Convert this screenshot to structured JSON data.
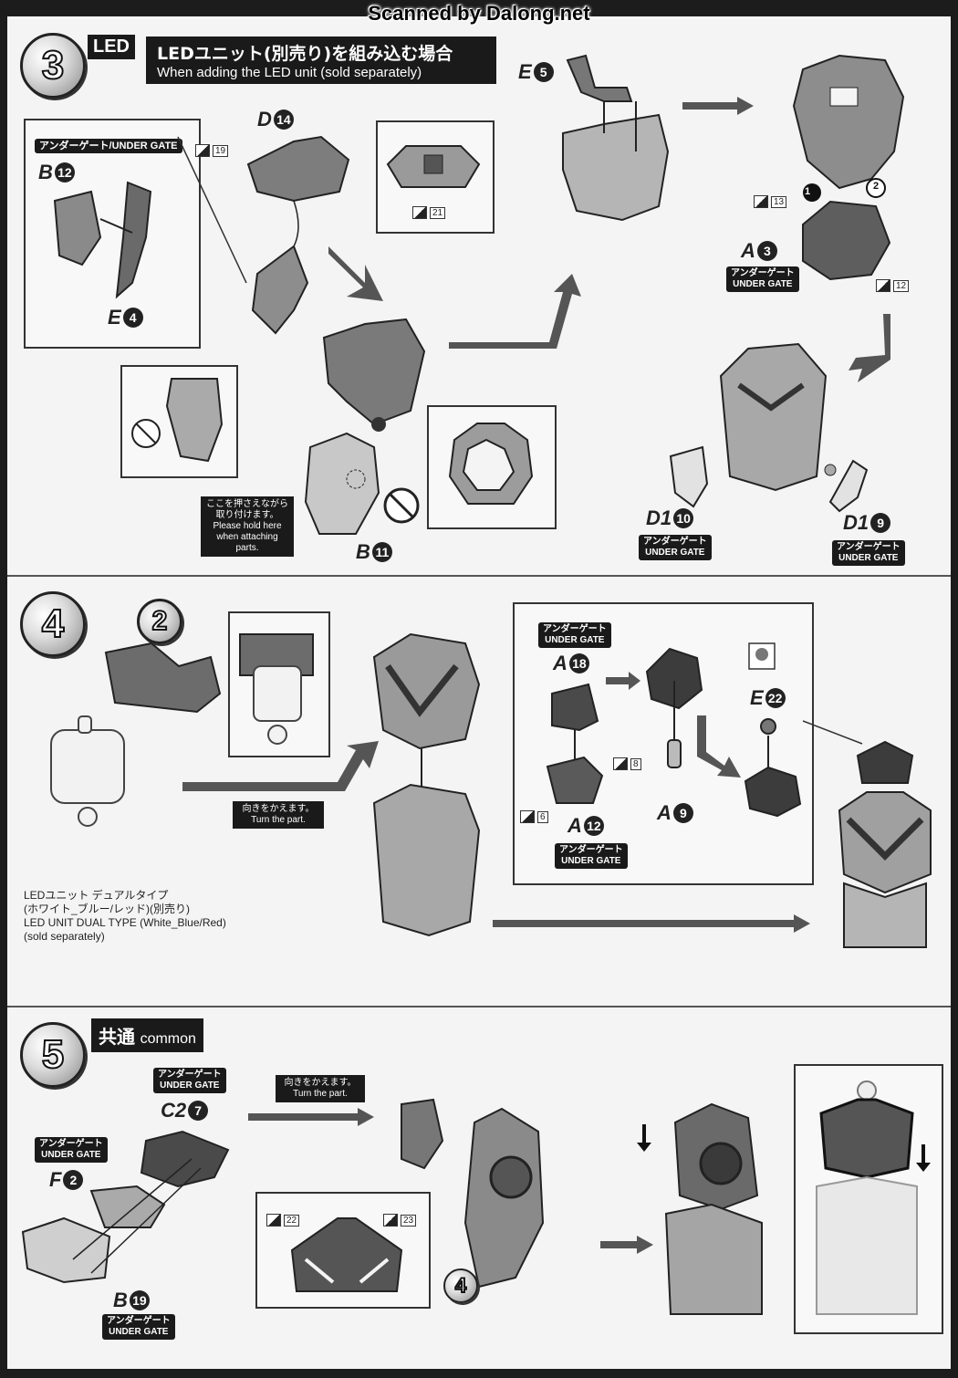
{
  "scanner_credit": "Scanned by Dalong.net",
  "step3": {
    "number": "3",
    "tag": "LED",
    "title_jp": "LEDユニット(別売り)を組み込む場合",
    "title_en": "When adding the LED unit (sold separately)",
    "under_gate_label": "アンダーゲート/UNDER GATE",
    "parts": {
      "b12": {
        "letter": "B",
        "num": "12"
      },
      "e4": {
        "letter": "E",
        "num": "4"
      },
      "d14": {
        "letter": "D",
        "num": "14"
      },
      "e5": {
        "letter": "E",
        "num": "5"
      },
      "a3": {
        "letter": "A",
        "num": "3"
      },
      "b11": {
        "letter": "B",
        "num": "11"
      },
      "d110": {
        "letter": "D1",
        "num": "10"
      },
      "d19": {
        "letter": "D1",
        "num": "9"
      }
    },
    "nippers": {
      "n19": "19",
      "n21": "21",
      "n13": "13",
      "n12": "12"
    },
    "order_marks": {
      "one": "1",
      "two": "2"
    },
    "note_jp": "ここを押さえながら取り付けます。",
    "note_en": "Please hold here when attaching parts.",
    "ug_jp": "アンダーゲート",
    "ug_en": "UNDER GATE"
  },
  "step4": {
    "number": "4",
    "sub_number": "2",
    "turn_jp": "向きをかえます。",
    "turn_en": "Turn the part.",
    "led_jp_line1": "LEDユニット デュアルタイプ",
    "led_jp_line2": "(ホワイト_ブルー/レッド)(別売り)",
    "led_en_line1": "LED UNIT DUAL TYPE (White_Blue/Red)",
    "led_en_line2": "(sold separately)",
    "parts": {
      "a18": {
        "letter": "A",
        "num": "18"
      },
      "a12": {
        "letter": "A",
        "num": "12"
      },
      "a9": {
        "letter": "A",
        "num": "9"
      },
      "e22": {
        "letter": "E",
        "num": "22"
      }
    },
    "nippers": {
      "n8": "8",
      "n6": "6"
    }
  },
  "step5": {
    "number": "5",
    "tag_jp": "共通",
    "tag_en": "common",
    "turn_jp": "向きをかえます。",
    "turn_en": "Turn the part.",
    "parts": {
      "c27": {
        "letter": "C2",
        "num": "7"
      },
      "f2": {
        "letter": "F",
        "num": "2"
      },
      "b19": {
        "letter": "B",
        "num": "19"
      }
    },
    "nippers": {
      "n22": "22",
      "n23": "23"
    },
    "ref_step": "4"
  }
}
